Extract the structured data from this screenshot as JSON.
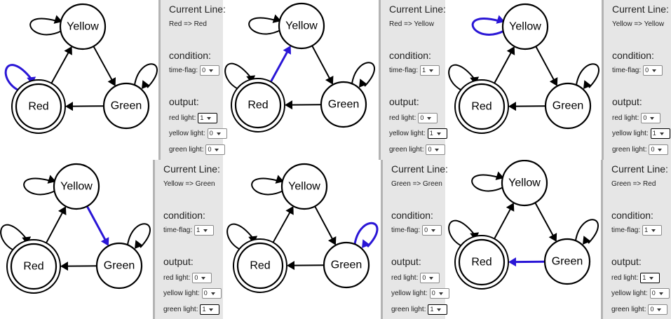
{
  "nodes": {
    "yellow": "Yellow",
    "red": "Red",
    "green": "Green"
  },
  "labels": {
    "current_line": "Current Line:",
    "condition": "condition:",
    "time_flag": "time-flag:",
    "output": "output:",
    "red_light": "red light:",
    "yellow_light": "yellow light:",
    "green_light": "green light:"
  },
  "colors": {
    "panel_bg": "#e6e6e6",
    "highlight": "#2a16d6",
    "edge": "#000000"
  },
  "frames": [
    {
      "current_line": "Red => Red",
      "highlight": "red-self",
      "time_flag": "0",
      "red_light": "1",
      "yellow_light": "0",
      "green_light": "0"
    },
    {
      "current_line": "Red => Yellow",
      "highlight": "red-yellow",
      "time_flag": "1",
      "red_light": "0",
      "yellow_light": "1",
      "green_light": "0"
    },
    {
      "current_line": "Yellow => Yellow",
      "highlight": "yellow-self",
      "time_flag": "0",
      "red_light": "0",
      "yellow_light": "1",
      "green_light": "0"
    },
    {
      "current_line": "Yellow => Green",
      "highlight": "yellow-green",
      "time_flag": "1",
      "red_light": "0",
      "yellow_light": "0",
      "green_light": "1"
    },
    {
      "current_line": "Green => Green",
      "highlight": "green-self",
      "time_flag": "0",
      "red_light": "0",
      "yellow_light": "0",
      "green_light": "1"
    },
    {
      "current_line": "Green => Red",
      "highlight": "green-red",
      "time_flag": "1",
      "red_light": "1",
      "yellow_light": "0",
      "green_light": "0"
    }
  ]
}
